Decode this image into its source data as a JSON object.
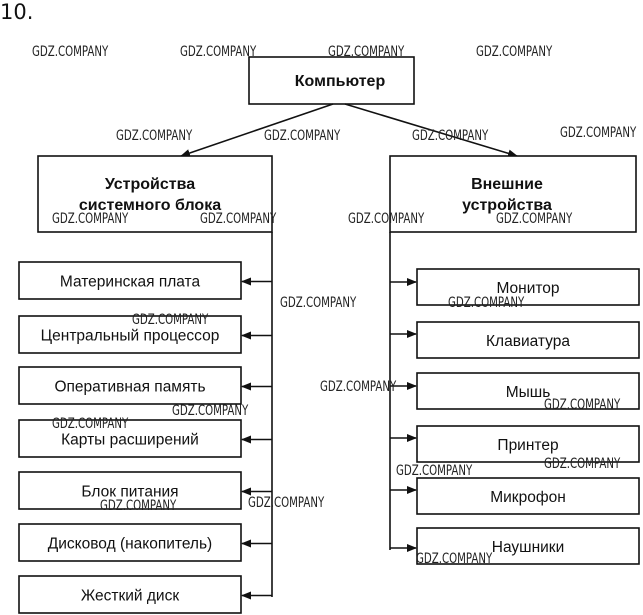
{
  "task_number": "10.",
  "root": "Компьютер",
  "branches": {
    "left": {
      "title_line1": "Устройства",
      "title_line2": "системного блока",
      "items": [
        "Материнская плата",
        "Центральный процессор",
        "Оперативная память",
        "Карты расширений",
        "Блок питания",
        "Дисковод (накопитель)",
        "Жесткий диск"
      ]
    },
    "right": {
      "title_line1": "Внешние",
      "title_line2": "устройства",
      "items": [
        "Монитор",
        "Клавиатура",
        "Мышь",
        "Принтер",
        "Микрофон",
        "Наушники"
      ]
    }
  },
  "watermark": "GDZ.COMPANY"
}
